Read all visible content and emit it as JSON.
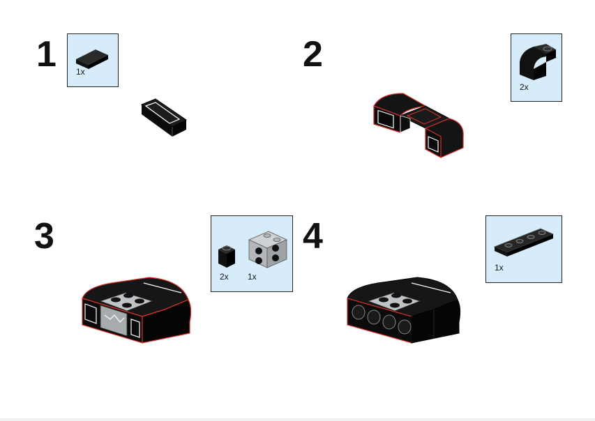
{
  "steps": [
    {
      "number": "1",
      "parts": [
        {
          "qty": "1x",
          "part": "flat-tile-1x2-icon"
        }
      ]
    },
    {
      "number": "2",
      "parts": [
        {
          "qty": "2x",
          "part": "curved-slope-brick-icon"
        }
      ]
    },
    {
      "number": "3",
      "parts": [
        {
          "qty": "2x",
          "part": "brick-1x1-black-icon"
        },
        {
          "qty": "1x",
          "part": "plate-2x2-gray-icon"
        }
      ]
    },
    {
      "number": "4",
      "parts": [
        {
          "qty": "1x",
          "part": "plate-1x4-black-icon"
        }
      ]
    }
  ],
  "colors": {
    "callout_bg": "#d6ecfb",
    "brick_black": "#111111",
    "brick_gray": "#bfc3c6",
    "edge_red": "#d9322b"
  }
}
